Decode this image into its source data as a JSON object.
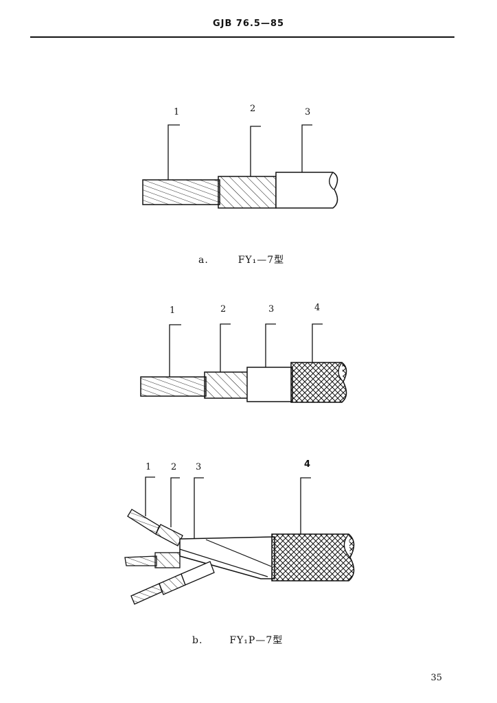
{
  "header": {
    "code": "GJB 76.5—85"
  },
  "figure_a": {
    "callouts": [
      "1",
      "2",
      "3"
    ],
    "caption_letter": "a.",
    "caption_text": "FY₁—7型"
  },
  "figure_b1": {
    "callouts": [
      "1",
      "2",
      "3",
      "4"
    ]
  },
  "figure_b2": {
    "callouts": [
      "1",
      "2",
      "3",
      "4"
    ],
    "caption_letter": "b.",
    "caption_text": "FY₁P—7型"
  },
  "footer": {
    "page_number": "35"
  }
}
